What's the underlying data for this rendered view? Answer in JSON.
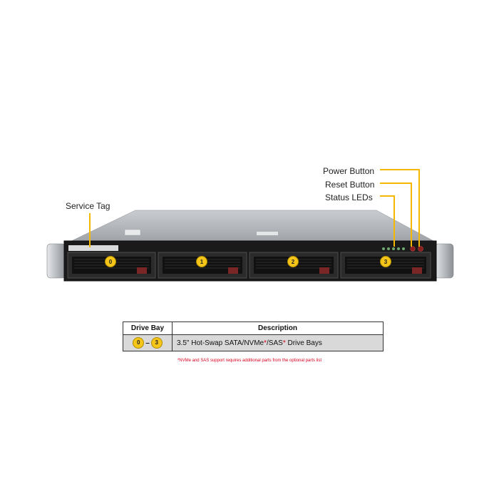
{
  "callouts": {
    "power_button": "Power Button",
    "reset_button": "Reset Button",
    "status_leds": "Status LEDs",
    "service_tag": "Service Tag"
  },
  "drive_bays": [
    {
      "label": "0"
    },
    {
      "label": "1"
    },
    {
      "label": "2"
    },
    {
      "label": "3"
    }
  ],
  "table": {
    "headers": {
      "bay": "Drive Bay",
      "description": "Description"
    },
    "row": {
      "bay_start": "0",
      "bay_dash": "–",
      "bay_end": "3",
      "desc_part1": "3.5\" Hot-Swap  SATA/NVMe",
      "star1": "*",
      "desc_part2": "/SAS",
      "star2": "*",
      "desc_part3": " Drive  Bays"
    }
  },
  "footnote": "*NVMe and SAS support requires additional parts from the optional parts list",
  "colors": {
    "callout_line": "#f5b800",
    "badge_fill": "#f5c518",
    "footnote_red": "#d6001c",
    "chassis_silver": "#a9adb2",
    "front_panel": "#1a1a1a"
  }
}
